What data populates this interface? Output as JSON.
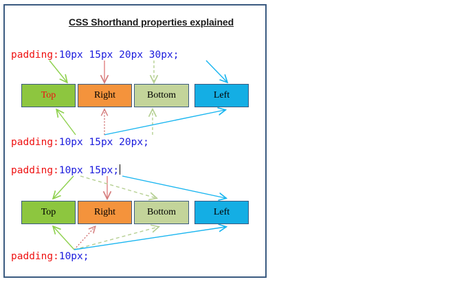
{
  "diagram": {
    "title": "CSS Shorthand properties explained",
    "colors": {
      "frame_border": "#3a5a80",
      "property_text": "#ee1111",
      "value_text": "#1b1bdd",
      "box_top": "#8dc63f",
      "box_right": "#f4933c",
      "box_bottom": "#c3d49a",
      "box_left": "#14aee4",
      "arrow_green": "#8fd14f",
      "arrow_red": "#e08080",
      "arrow_pale_green": "#b5cf92",
      "arrow_blue": "#18b5f0"
    },
    "declarations": {
      "four_value": {
        "property": "padding",
        "colon": ":",
        "values": "10px 15px 20px 30px",
        "semicolon": ";"
      },
      "three_value": {
        "property": "padding",
        "colon": ":",
        "values": "10px 15px 20px",
        "semicolon": ";"
      },
      "two_value": {
        "property": "padding",
        "colon": ":",
        "values": "10px 15px",
        "semicolon": ";"
      },
      "one_value": {
        "property": "padding",
        "colon": ":",
        "values": "10px",
        "semicolon": ";"
      }
    },
    "boxes_row_one": [
      {
        "label": "Top",
        "color": "#8dc63f"
      },
      {
        "label": "Right",
        "color": "#f4933c"
      },
      {
        "label": "Bottom",
        "color": "#c3d49a"
      },
      {
        "label": "Left",
        "color": "#14aee4"
      }
    ],
    "boxes_row_two": [
      {
        "label": "Top",
        "color": "#8dc63f"
      },
      {
        "label": "Right",
        "color": "#f4933c"
      },
      {
        "label": "Bottom",
        "color": "#c3d49a"
      },
      {
        "label": "Left",
        "color": "#14aee4"
      }
    ]
  }
}
